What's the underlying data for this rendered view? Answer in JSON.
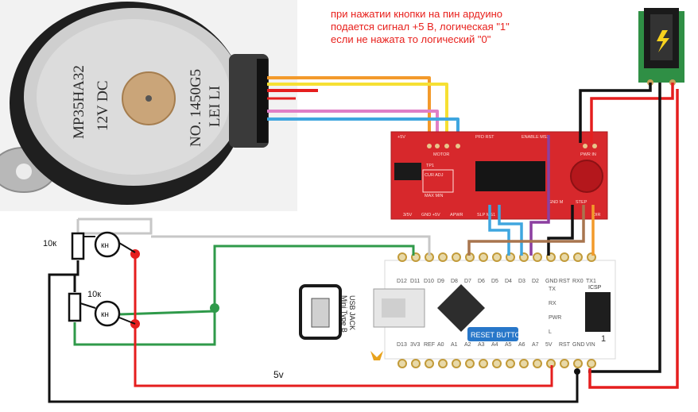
{
  "note": {
    "line1": "при нажатии кнопки на пин ардуино",
    "line2": "подается сигнал +5 В, логическая \"1\"",
    "line3": "если не нажата то логический \"0\""
  },
  "motor": {
    "model": "MP35HA32",
    "voltage": "12V DC",
    "serial": "NO. 1450G5",
    "batch": "LEI LI"
  },
  "resistors": {
    "r1": "10к",
    "r2": "10к"
  },
  "buttons": {
    "b1": "кн",
    "b2": "кн"
  },
  "supply_label": "5v",
  "usb": {
    "line1": "USB JACK",
    "line2": "Mini Type B"
  },
  "reset_button": "RESET BUTTON",
  "driver": {
    "plus5v": "+5V",
    "motor": "MOTOR",
    "pfd_rst": "PFD RST",
    "enable_ms2": "ENABLE MS2",
    "pwr_in": "PWR IN",
    "tp1": "TP1",
    "cur_adj": "CUR ADJ",
    "max_min": "MAX MIN",
    "bottom_left": "3/5V",
    "bottom_mid": "GND +5V",
    "apwr": "APWR",
    "slp_ms1": "SLP MS1",
    "gnd_m": "GND M",
    "step": "STEP",
    "dir": "DIR"
  },
  "nano_top_pins": [
    "D12",
    "D11",
    "D10",
    "D9",
    "D8",
    "D7",
    "D6",
    "D5",
    "D4",
    "D3",
    "D2",
    "GND",
    "RST",
    "RX0",
    "TX1"
  ],
  "nano_bottom_pins": [
    "D13",
    "3V3",
    "REF",
    "A0",
    "A1",
    "A2",
    "A3",
    "A4",
    "A5",
    "A6",
    "A7",
    "5V",
    "RST",
    "GND",
    "VIN"
  ],
  "nano_side_labels": [
    "TX",
    "RX",
    "PWR",
    "L"
  ],
  "icsp": "ICSP",
  "board_number": "1",
  "colors": {
    "note_red": "#e8201c",
    "wire_orange": "#f39a2b",
    "wire_yellow": "#f6e033",
    "wire_red": "#e51e1e",
    "wire_pink": "#e07fc6",
    "wire_blue": "#3fa6df",
    "wire_green": "#2f9a4a",
    "wire_gray": "#c7c7c7",
    "wire_brown": "#a8754e",
    "wire_purple": "#8c3fa0",
    "wire_black": "#111111",
    "driver_red": "#d7282c"
  }
}
